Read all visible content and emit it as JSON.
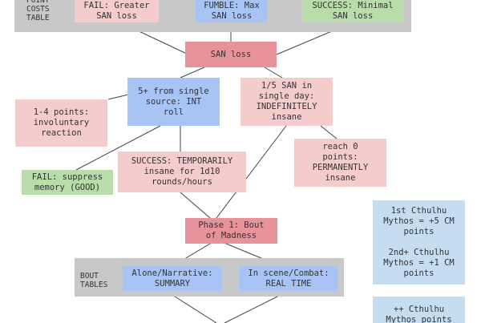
{
  "panels": {
    "costs": {
      "label": "POINT\nCOSTS\nTABLE"
    },
    "bout": {
      "label": "BOUT\nTABLES"
    }
  },
  "nodes": {
    "fail_greater": "FAIL: Greater\nSAN loss",
    "fumble_max": "FUMBLE: Max\nSAN loss",
    "success_min": "SUCCESS: Minimal\nSAN loss",
    "san_loss": "SAN loss",
    "five_plus": "5+ from single\nsource: INT\nroll",
    "fifth_san": "1/5 SAN in\nsingle day:\nINDEFINITELY\ninsane",
    "one_four": "1-4 points:\ninvoluntary\nreaction",
    "reach_zero": "reach 0\npoints:\nPERMANENTLY\ninsane",
    "fail_suppress": "FAIL: suppress\nmemory (GOOD)",
    "success_temp": "SUCCESS: TEMPORARILY\ninsane for 1d10\nrounds/hours",
    "phase1": "Phase 1: Bout\nof Madness",
    "alone": "Alone/Narrative:\nSUMMARY",
    "in_scene": "In scene/Combat:\nREAL TIME",
    "cthulhu_box": "1st Cthulhu\nMythos = +5 CM\npoints\n\n2nd+ Cthulhu\nMythos = +1 CM\npoints",
    "cthulhu_box2": "++ Cthulhu\nMythos points"
  }
}
